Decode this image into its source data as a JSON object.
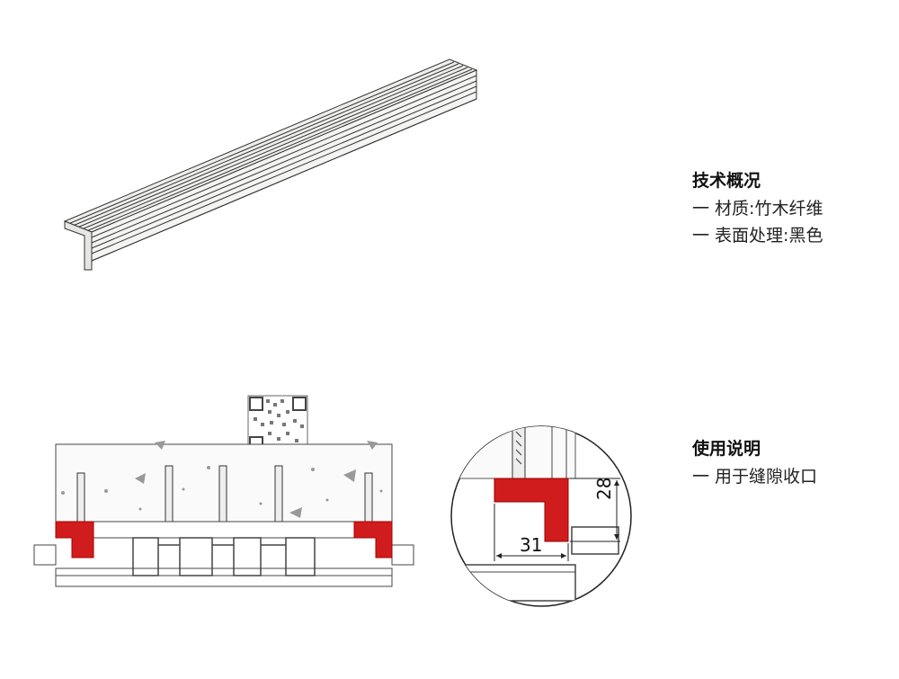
{
  "tech_overview": {
    "title": "技术概况",
    "items": [
      "一 材质:竹木纤维",
      "一 表面处理:黑色"
    ]
  },
  "usage": {
    "title": "使用说明",
    "items": [
      "一 用于缝隙收口"
    ]
  },
  "dimensions": {
    "width": "31",
    "height": "28"
  },
  "colors": {
    "profile_highlight": "#d01c1c",
    "line": "#333333",
    "profile_fill": "#f2f2f0"
  }
}
